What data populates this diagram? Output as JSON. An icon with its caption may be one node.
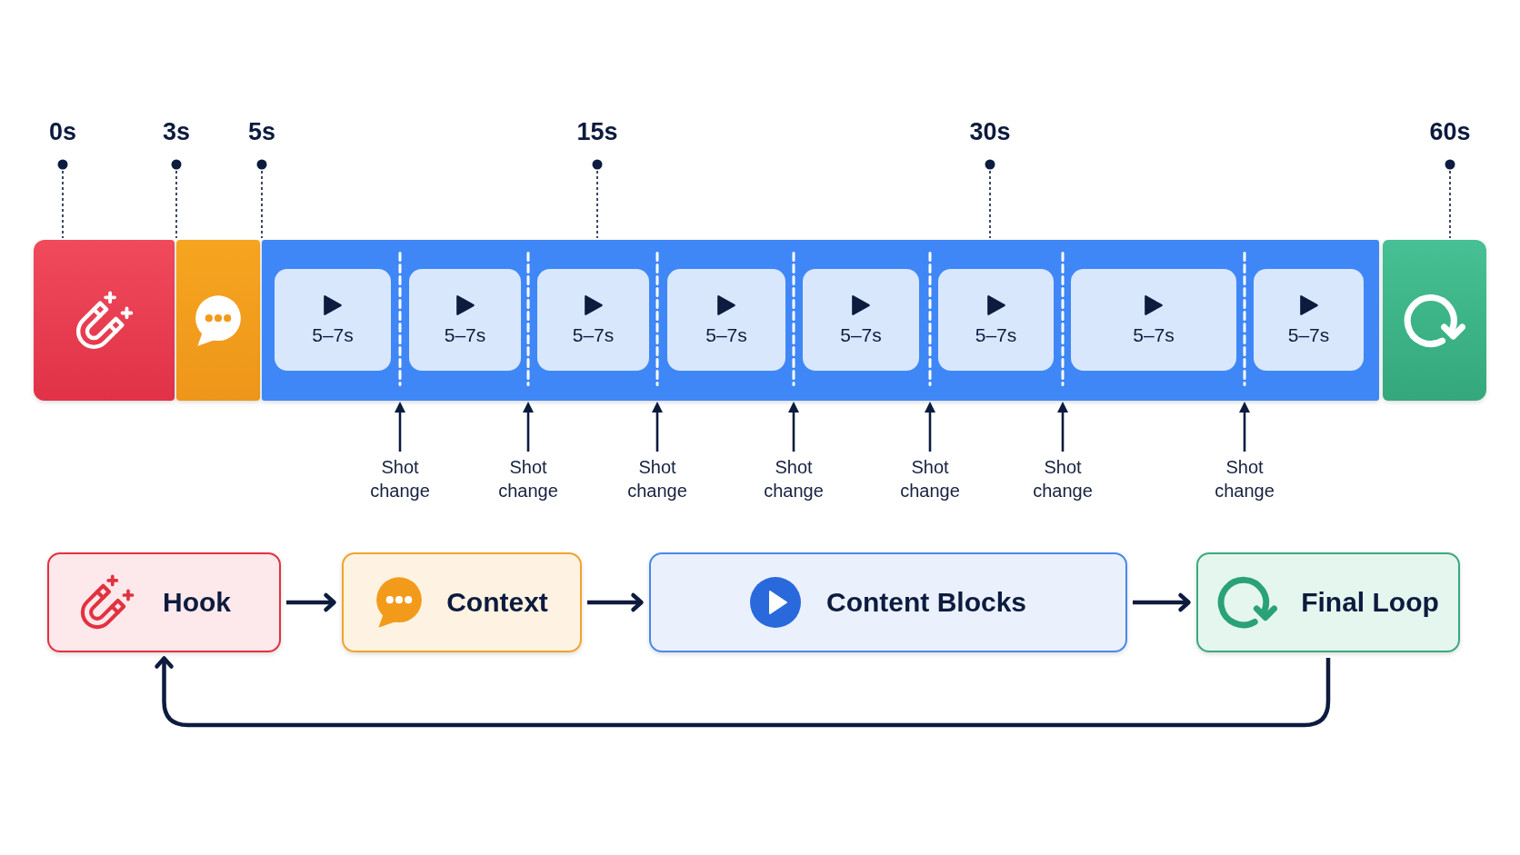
{
  "diagram": {
    "nodes": [
      {
        "text": [],
        "shape": "box"
      },
      {
        "text": [],
        "shape": "box"
      },
      {
        "text": [],
        "shape": "box"
      },
      {
        "text": [
          "5–7s"
        ],
        "in": 2
      },
      {
        "text": [
          "5–7s"
        ],
        "in": 2
      },
      {
        "text": [
          "5–7s"
        ],
        "in": 2
      },
      {
        "text": [
          "5–7s"
        ],
        "in": 2
      },
      {
        "text": [
          "5–7s"
        ],
        "in": 2
      },
      {
        "text": [
          "5–7s"
        ],
        "in": 2
      },
      {
        "text": [
          "5–7s"
        ],
        "in": 2
      },
      {
        "text": [
          "5–7s"
        ],
        "in": 2
      },
      {
        "text": [],
        "shape": "box"
      },
      {
        "text": [
          "Shot change"
        ]
      },
      {
        "text": [
          "Shot change"
        ]
      },
      {
        "text": [
          "Shot change"
        ]
      },
      {
        "text": [
          "Shot change"
        ]
      },
      {
        "text": [
          "Shot change"
        ]
      },
      {
        "text": [
          "Shot change"
        ]
      },
      {
        "text": [
          "Shot change"
        ]
      },
      {
        "text": [
          "Hook"
        ]
      },
      {
        "text": [
          "Context"
        ]
      },
      {
        "text": [
          "Content Blocks"
        ]
      },
      {
        "text": [
          "Final Loop"
        ]
      }
    ],
    "edges": [
      {
        "from": 12,
        "to": 2,
        "arrow": "to"
      },
      {
        "from": 13,
        "to": 2,
        "arrow": "to"
      },
      {
        "from": 14,
        "to": 2,
        "arrow": "to"
      },
      {
        "from": 15,
        "to": 2,
        "arrow": "to"
      },
      {
        "from": 16,
        "to": 2,
        "arrow": "to"
      },
      {
        "from": 17,
        "to": 2,
        "arrow": "to"
      },
      {
        "from": 18,
        "to": 2,
        "arrow": "to"
      },
      {
        "from": 19,
        "to": 20,
        "arrow": "to"
      },
      {
        "from": 20,
        "to": 21,
        "arrow": "to"
      },
      {
        "from": 21,
        "to": 22,
        "arrow": "to"
      },
      {
        "from": 22,
        "to": 19,
        "arrow": "to"
      }
    ],
    "labels": [
      "0s",
      "3s",
      "5s",
      "15s",
      "30s",
      "60s"
    ]
  }
}
